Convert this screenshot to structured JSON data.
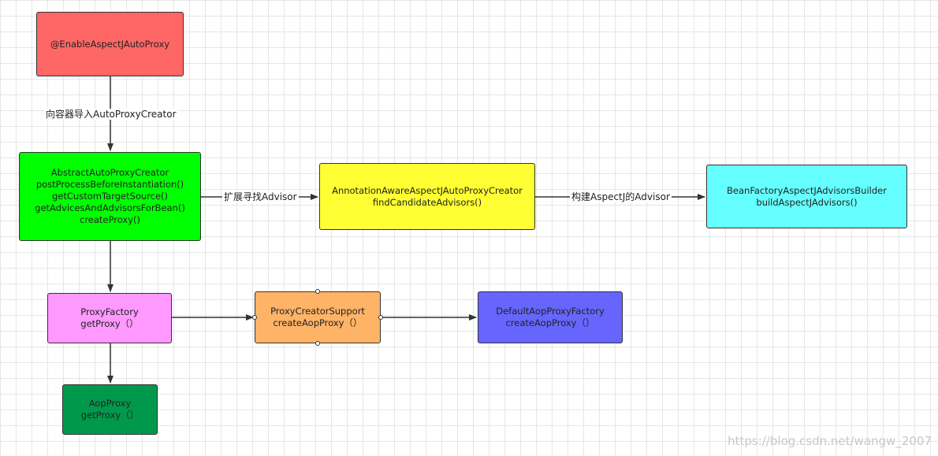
{
  "nodes": {
    "enable": {
      "lines": [
        "@EnableAspectJAutoProxy"
      ],
      "color": "#ff6666"
    },
    "abstract_creator": {
      "lines": [
        "AbstractAutoProxyCreator",
        "postProcessBeforeInstantiation()",
        "getCustomTargetSource()",
        "getAdvicesAndAdvisorsForBean()",
        "createProxy()"
      ],
      "color": "#00ff00"
    },
    "annotation_creator": {
      "lines": [
        "AnnotationAwareAspectJAutoProxyCreator",
        "findCandidateAdvisors()"
      ],
      "color": "#ffff33"
    },
    "advisors_builder": {
      "lines": [
        "BeanFactoryAspectJAdvisorsBuilder",
        "buildAspectJAdvisors()"
      ],
      "color": "#66ffff"
    },
    "proxy_factory": {
      "lines": [
        "ProxyFactory",
        "getProxy（）"
      ],
      "color": "#ff99ff"
    },
    "creator_support": {
      "lines": [
        "ProxyCreatorSupport",
        "createAopProxy（）"
      ],
      "color": "#ffb366"
    },
    "default_factory": {
      "lines": [
        "DefaultAopProxyFactory",
        "createAopProxy（）"
      ],
      "color": "#6666ff"
    },
    "aop_proxy": {
      "lines": [
        "AopProxy",
        "getProxy（）"
      ],
      "color": "#00994c"
    }
  },
  "edges": [
    {
      "from": "enable",
      "to": "abstract_creator",
      "label": "向容器导入AutoProxyCreator"
    },
    {
      "from": "abstract_creator",
      "to": "annotation_creator",
      "label": "扩展寻找Advisor"
    },
    {
      "from": "annotation_creator",
      "to": "advisors_builder",
      "label": "构建AspectJ的Advisor"
    },
    {
      "from": "abstract_creator",
      "to": "proxy_factory",
      "label": ""
    },
    {
      "from": "proxy_factory",
      "to": "creator_support",
      "label": ""
    },
    {
      "from": "creator_support",
      "to": "default_factory",
      "label": ""
    },
    {
      "from": "proxy_factory",
      "to": "aop_proxy",
      "label": ""
    }
  ],
  "watermark": "https://blog.csdn.net/wangw_2007"
}
